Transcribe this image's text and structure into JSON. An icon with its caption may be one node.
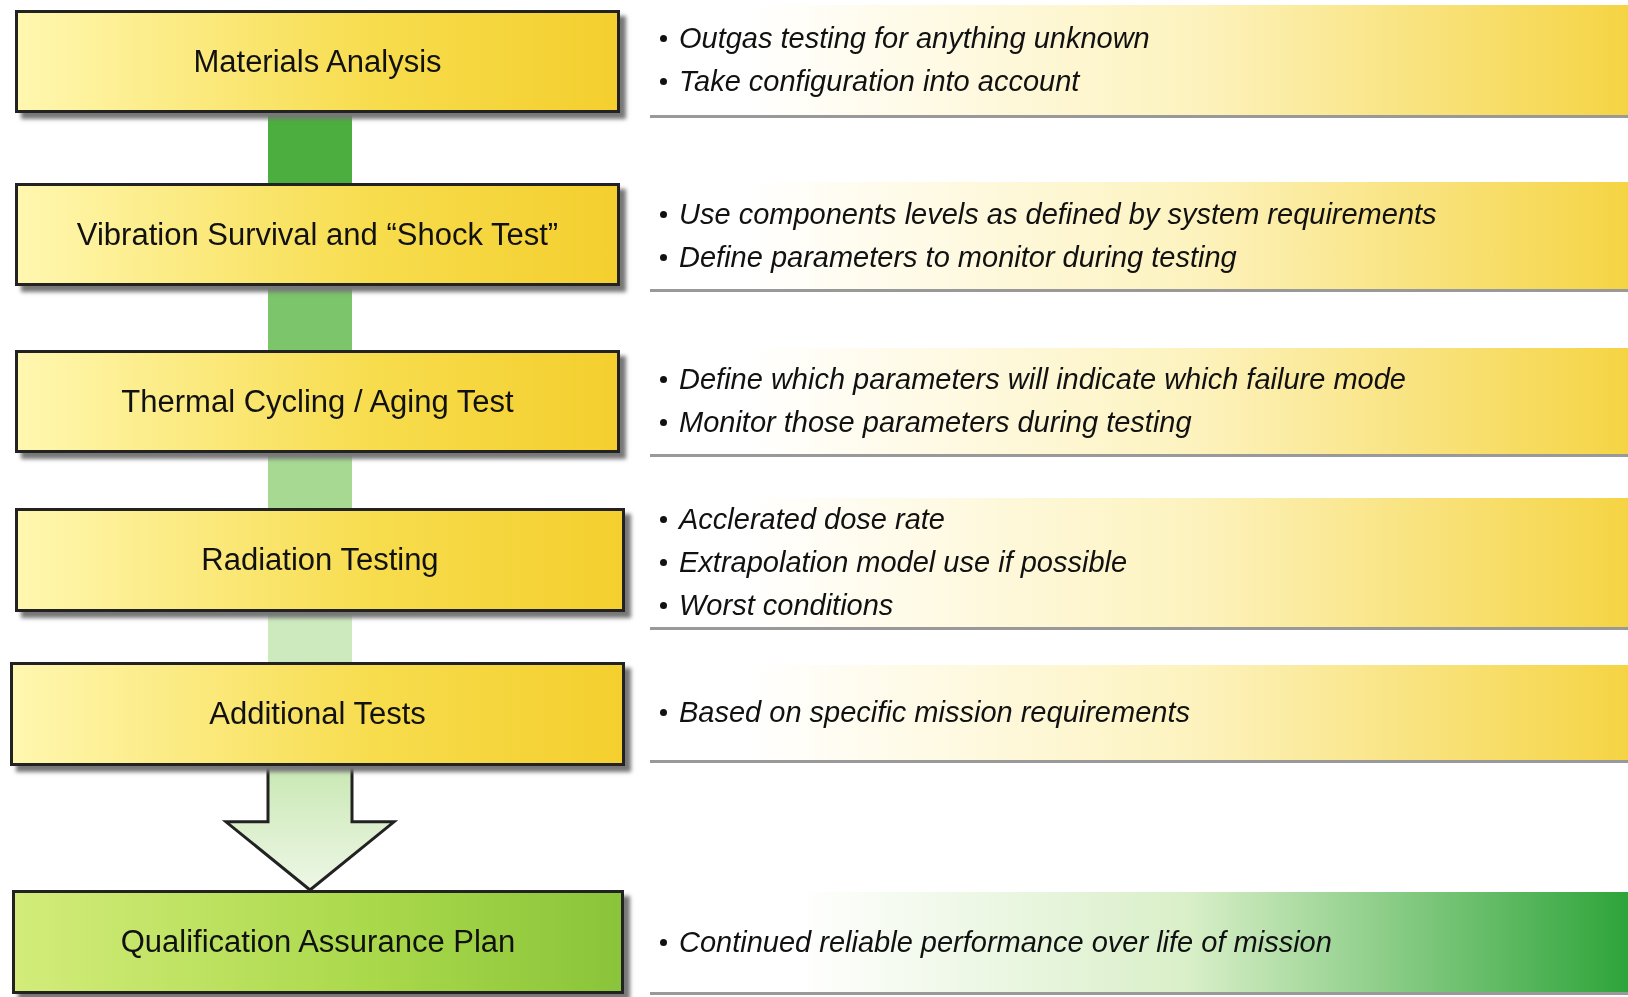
{
  "diagram": {
    "nodes": [
      {
        "text": [
          "Materials Analysis"
        ]
      },
      {
        "text": [
          "Outgas testing for anything unknown",
          "Take configuration into account"
        ]
      },
      {
        "text": [
          "Vibration Survival and “Shock Test”"
        ]
      },
      {
        "text": [
          "Use components levels as defined by system requirements",
          "Define parameters to monitor during testing"
        ]
      },
      {
        "text": [
          "Thermal Cycling / Aging Test"
        ]
      },
      {
        "text": [
          "Define which parameters will indicate which failure mode",
          "Monitor those parameters during testing"
        ]
      },
      {
        "text": [
          "Radiation Testing"
        ]
      },
      {
        "text": [
          "Acclerated dose rate",
          "Extrapolation model use if possible",
          "Worst conditions"
        ]
      },
      {
        "text": [
          "Additional Tests"
        ]
      },
      {
        "text": [
          "Based on specific mission requirements"
        ]
      },
      {
        "text": [
          "Qualification Assurance Plan"
        ]
      },
      {
        "text": [
          "Continued reliable performance over life of mission"
        ]
      }
    ],
    "edges": [
      {
        "from": 0,
        "to": 2,
        "arrow": "none",
        "color": "#4cae3e"
      },
      {
        "from": 2,
        "to": 4,
        "arrow": "none",
        "color": "#7cc56b"
      },
      {
        "from": 4,
        "to": 6,
        "arrow": "none",
        "color": "#a7d993"
      },
      {
        "from": 6,
        "to": 8,
        "arrow": "none",
        "color": "#cdeabf"
      },
      {
        "from": 8,
        "to": 10,
        "arrow": "to",
        "color": "#eef7e6"
      }
    ]
  }
}
